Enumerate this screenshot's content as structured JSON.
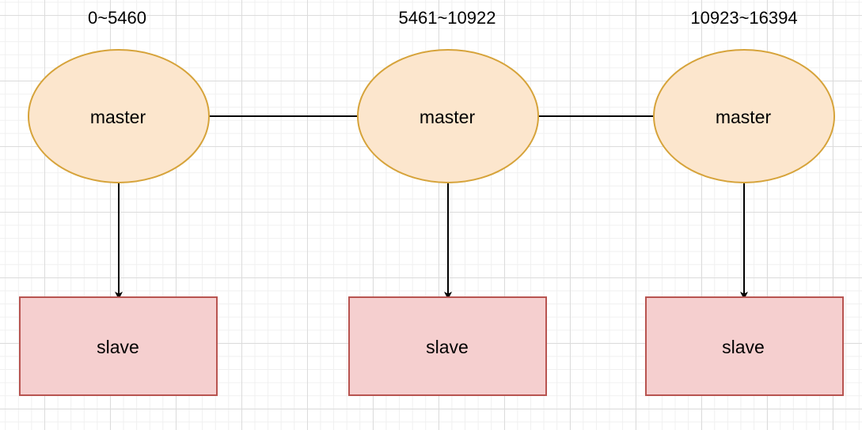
{
  "colors": {
    "master_fill": "#fce6cd",
    "master_stroke": "#d6a33a",
    "slave_fill": "#f5cfcf",
    "slave_stroke": "#b85450",
    "edge": "#000000"
  },
  "clusters": [
    {
      "range": "0~5460",
      "master": "master",
      "slave": "slave"
    },
    {
      "range": "5461~10922",
      "master": "master",
      "slave": "slave"
    },
    {
      "range": "10923~16394",
      "master": "master",
      "slave": "slave"
    }
  ]
}
